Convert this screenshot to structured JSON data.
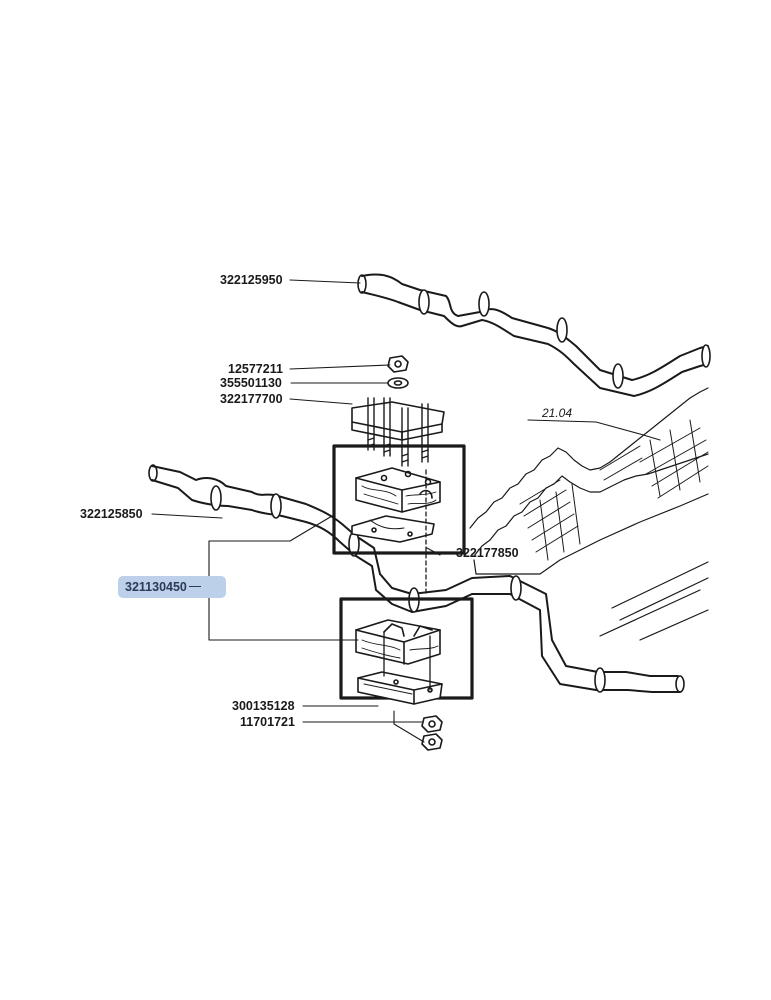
{
  "labels": {
    "shaft_upper": "322125950",
    "nut_top": "12577211",
    "washer": "355501130",
    "clamp_plate": "322177700",
    "shaft_lower": "322125850",
    "spacer_plate": "322177850",
    "bearing_assembly": "321130450",
    "bottom_bracket": "300135128",
    "nut_bottom": "11701721",
    "section_ref": "21.04"
  },
  "colors": {
    "line": "#1a1a1a",
    "highlight": "#bcd0ea",
    "highlight_text": "#2b3a5a"
  }
}
